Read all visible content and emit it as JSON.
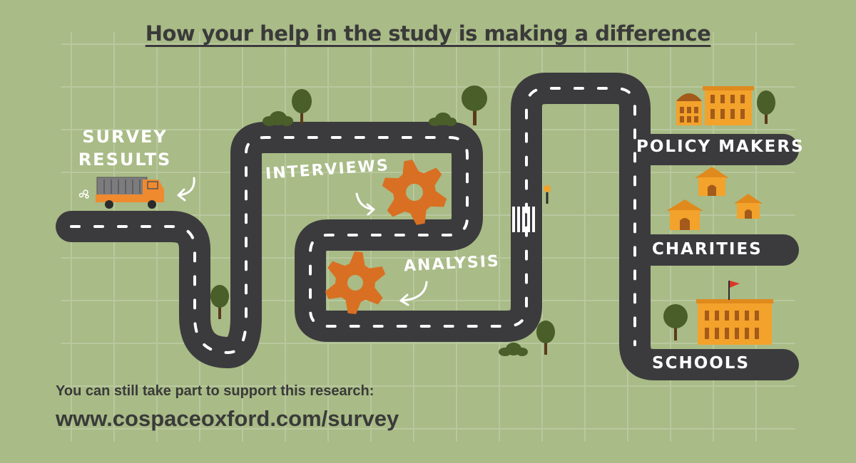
{
  "title": "How your help in the study is making a difference",
  "labels": {
    "survey_results": "SURVEY\nRESULTS",
    "interviews": "INTERVIEWS",
    "analysis": "ANALYSIS",
    "policy_makers": "POLICY MAKERS",
    "charities": "CHARITIES",
    "schools": "SCHOOLS"
  },
  "footer": {
    "line1": "You can still take part to support this research:",
    "url": "www.cospaceoxford.com/survey"
  },
  "colors": {
    "background": "#a9bb86",
    "grid": "#b9c89f",
    "road": "#3b3b3e",
    "road_marking": "#ffffff",
    "gear": "#d96f22",
    "building": "#f3a22b",
    "tree_canopy": "#4a5e2a",
    "tree_trunk": "#5a3a1c",
    "flag": "#d9362b",
    "text_dark": "#3a3a3a"
  },
  "icons": [
    "truck-icon",
    "gear-icon",
    "tree-icon",
    "bush-icon",
    "house-icon",
    "town-hall-icon",
    "school-building-icon",
    "flag-icon",
    "lamp-post-icon",
    "crosswalk-icon",
    "arrow-icon"
  ]
}
